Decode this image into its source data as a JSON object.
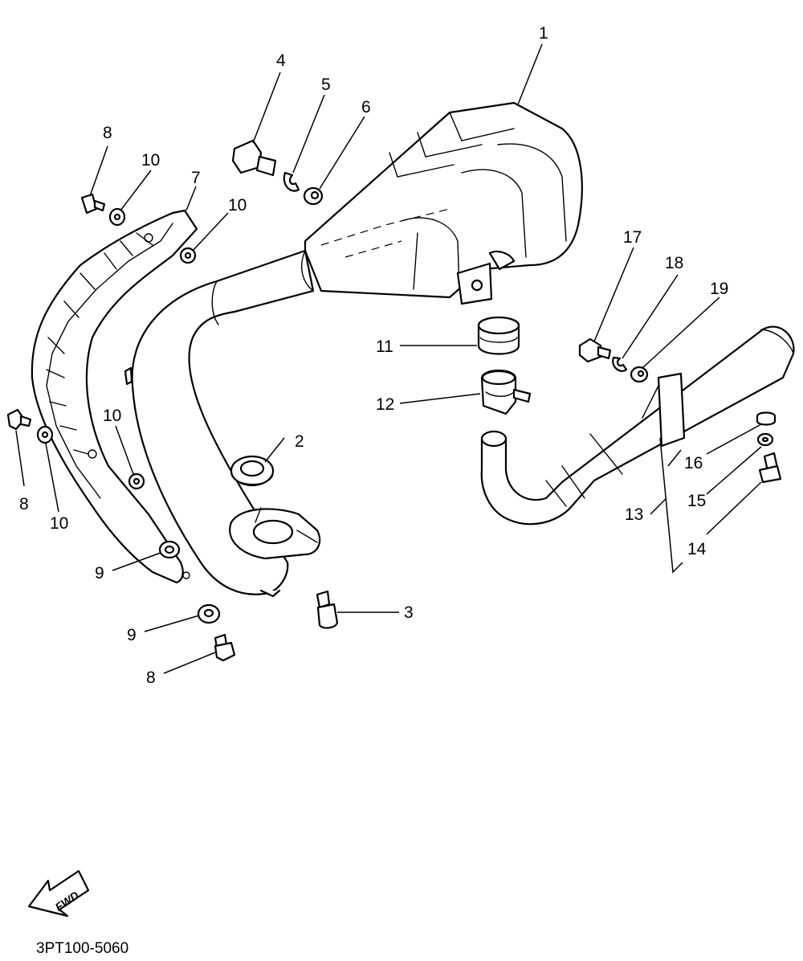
{
  "diagram_code": "3PT100-5060",
  "forward_arrow_label": "FWD",
  "callouts": {
    "c1": "1",
    "c2": "2",
    "c3": "3",
    "c4": "4",
    "c5": "5",
    "c6": "6",
    "c7": "7",
    "c8a": "8",
    "c8b": "8",
    "c8c": "8",
    "c9a": "9",
    "c9b": "9",
    "c10a": "10",
    "c10b": "10",
    "c10c": "10",
    "c10d": "10",
    "c11": "11",
    "c12": "12",
    "c13": "13",
    "c14": "14",
    "c15": "15",
    "c16": "16",
    "c17": "17",
    "c18": "18",
    "c19": "19"
  }
}
